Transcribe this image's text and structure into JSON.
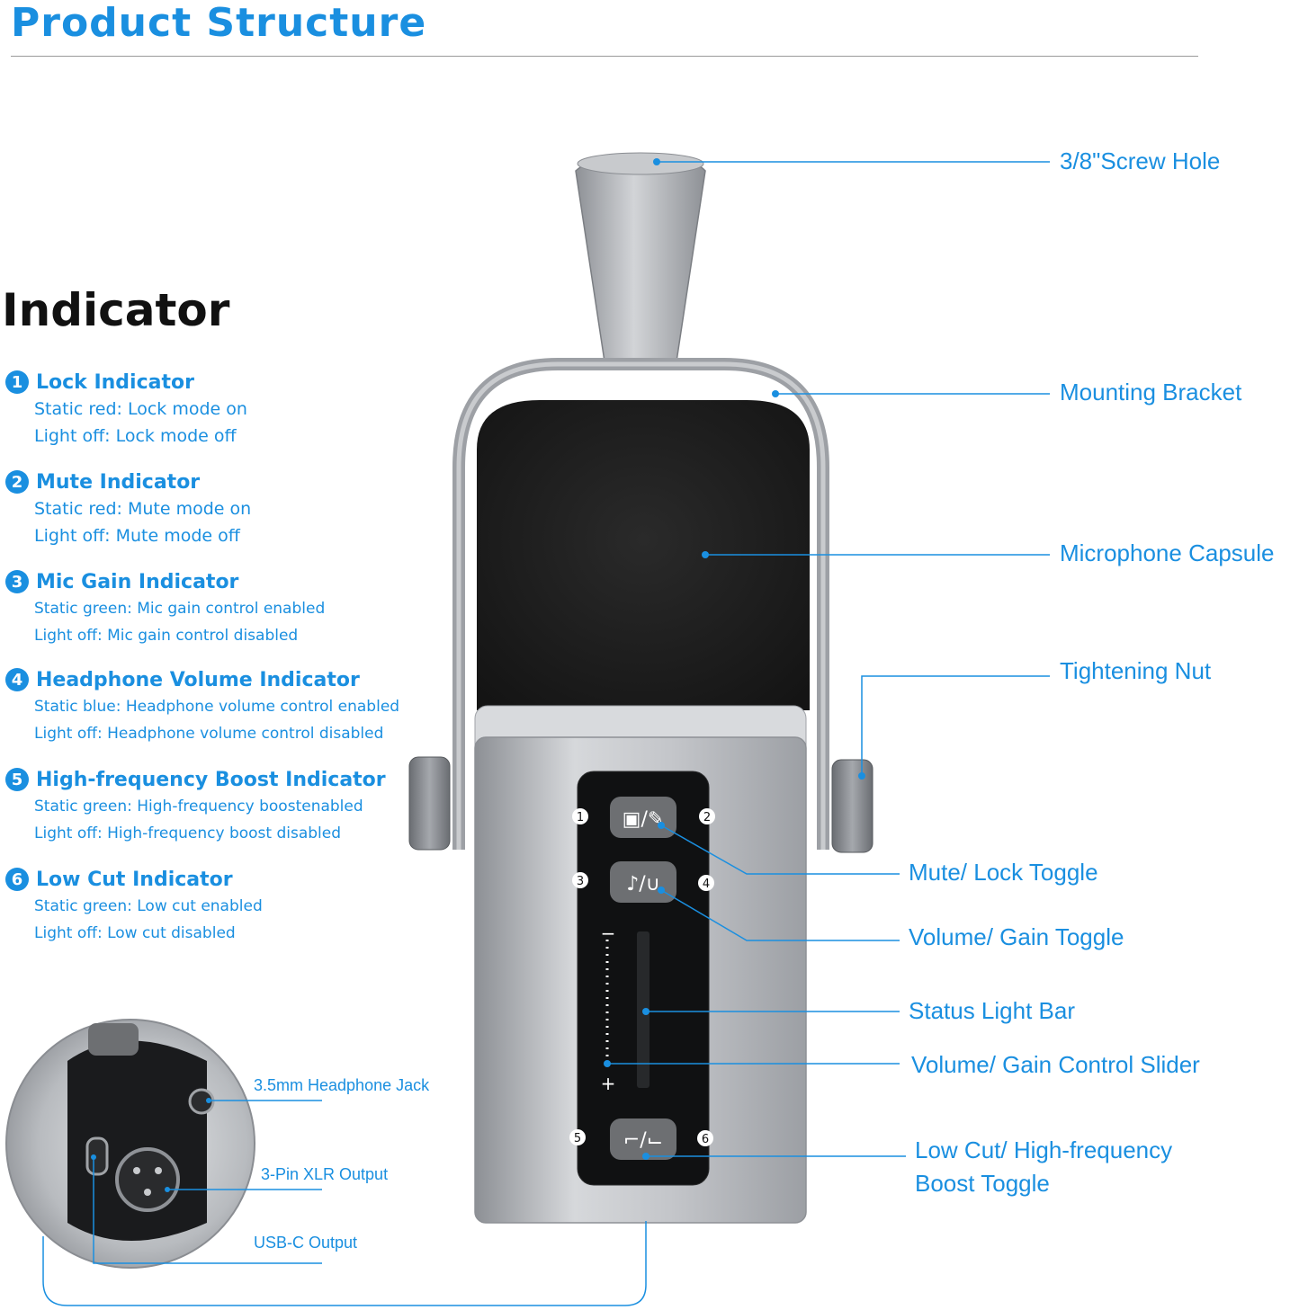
{
  "title": "Product Structure",
  "indicator_heading": "Indicator",
  "indicators": [
    {
      "num": "1",
      "name": "Lock Indicator",
      "on": "Static red: Lock mode on",
      "off": "Light off: Lock mode off"
    },
    {
      "num": "2",
      "name": "Mute Indicator",
      "on": "Static red: Mute mode on",
      "off": "Light off: Mute mode off"
    },
    {
      "num": "3",
      "name": "Mic Gain Indicator",
      "on": "Static green: Mic gain control enabled",
      "off": "Light off: Mic gain control disabled"
    },
    {
      "num": "4",
      "name": "Headphone Volume Indicator",
      "on": "Static blue: Headphone volume control enabled",
      "off": "Light off: Headphone volume control disabled"
    },
    {
      "num": "5",
      "name": "High-frequency Boost Indicator",
      "on": "Static green: High-frequency boostenabled",
      "off": "Light off: High-frequency boost disabled"
    },
    {
      "num": "6",
      "name": "Low Cut Indicator",
      "on": "Static green: Low cut enabled",
      "off": "Light off: Low cut disabled"
    }
  ],
  "callouts": {
    "screw_hole": "3/8\"Screw Hole",
    "mounting_bracket": "Mounting Bracket",
    "capsule": "Microphone Capsule",
    "nut": "Tightening Nut",
    "mute_lock": "Mute/ Lock Toggle",
    "vol_gain": "Volume/ Gain Toggle",
    "status_bar": "Status Light Bar",
    "slider": "Volume/ Gain Control Slider",
    "lowcut_line1": "Low Cut/ High-frequency",
    "lowcut_line2": "Boost Toggle",
    "headphone_jack": "3.5mm Headphone Jack",
    "xlr": "3-Pin XLR Output",
    "usbc": "USB-C Output"
  },
  "panel_numbers": [
    "1",
    "2",
    "3",
    "4",
    "5",
    "6"
  ],
  "slider_marks": {
    "minus": "−",
    "plus": "+"
  },
  "colors": {
    "accent": "#1a8fe0",
    "heading": "#111111",
    "body_silver": "#b9bcc0",
    "foam": "#1b1b1b"
  }
}
